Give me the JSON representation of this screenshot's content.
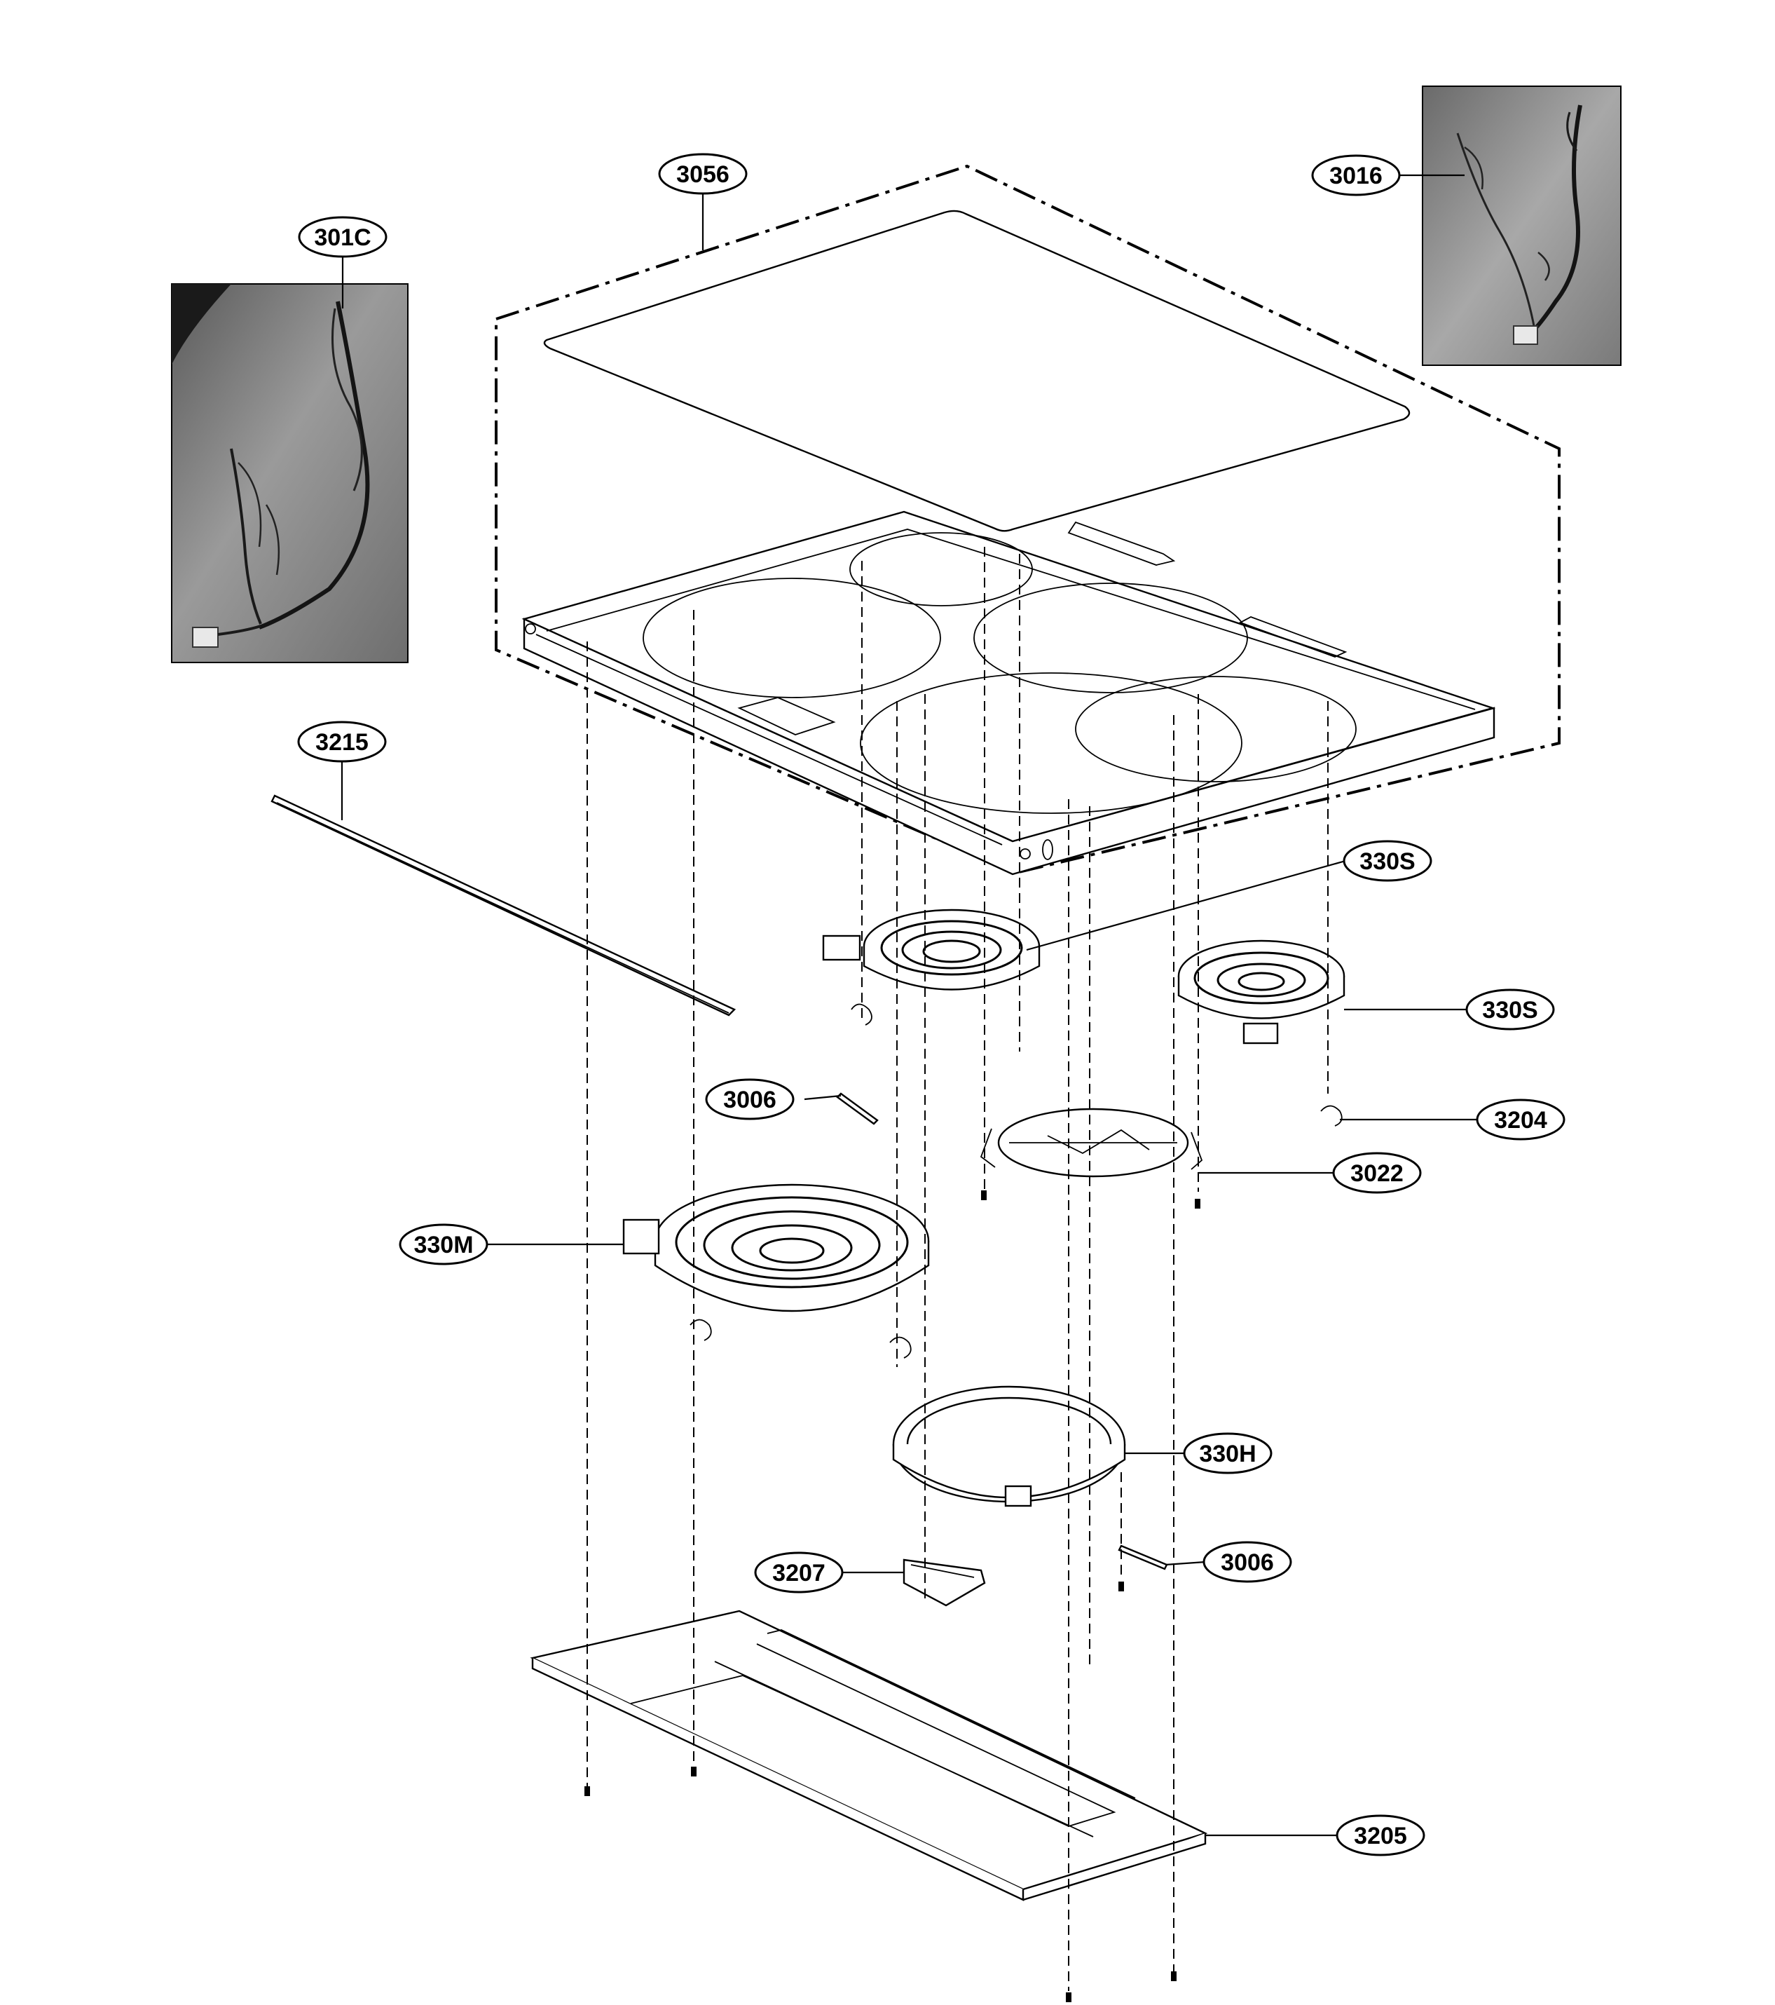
{
  "diagram": {
    "colors": {
      "ink": "#000000",
      "paper": "#ffffff",
      "photo_bg": "#8a8a8a"
    },
    "callouts": [
      {
        "id": "3056",
        "label": "3056"
      },
      {
        "id": "301C",
        "label": "301C"
      },
      {
        "id": "3016",
        "label": "3016"
      },
      {
        "id": "3215",
        "label": "3215"
      },
      {
        "id": "330S-a",
        "label": "330S"
      },
      {
        "id": "330S-b",
        "label": "330S"
      },
      {
        "id": "3006-a",
        "label": "3006"
      },
      {
        "id": "3204",
        "label": "3204"
      },
      {
        "id": "3022",
        "label": "3022"
      },
      {
        "id": "330M",
        "label": "330M"
      },
      {
        "id": "330H",
        "label": "330H"
      },
      {
        "id": "3207",
        "label": "3207"
      },
      {
        "id": "3006-b",
        "label": "3006"
      },
      {
        "id": "3205",
        "label": "3205"
      }
    ]
  }
}
